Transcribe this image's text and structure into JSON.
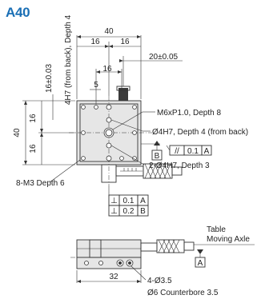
{
  "model": "A40",
  "dims": {
    "width_40": "40",
    "half_16_left": "16",
    "half_16_right": "16",
    "offset_20": "20±0.05",
    "inner_16": "16",
    "inner_5": "5",
    "height_40": "40",
    "v_16_top": "16",
    "v_16_bottom": "16",
    "v_16_tol": "16±0.03",
    "bottom_32": "32"
  },
  "labels": {
    "side_top": "4H7 (from back), Depth 4",
    "m6": "M6xP1.0, Depth 8",
    "d4h7_back": "Ø4H7, Depth 4 (from back)",
    "d4h7_two": "2-Ø4H7, Depth 3",
    "m3": "8-M3 Depth 6",
    "holes_35": "4-Ø3.5",
    "counterbore": "Ø6 Counterbore 3.5",
    "table": "Table",
    "moving_axle": "Moving Axle"
  },
  "tolerances": {
    "right": {
      "symbol": "//",
      "value": "0.1",
      "datum": "A"
    },
    "datum_b": "B",
    "datum_a": "A",
    "frame_rows": [
      {
        "symbol": "⊥",
        "value": "0.1",
        "datum": "A"
      },
      {
        "symbol": "⊥",
        "value": "0.2",
        "datum": "B"
      }
    ]
  }
}
